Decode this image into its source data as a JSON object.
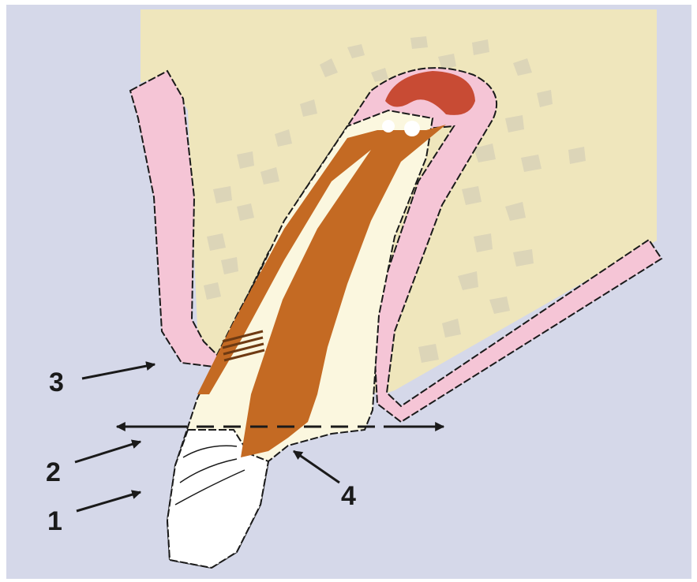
{
  "diagram": {
    "colors": {
      "background": "#d5d8e9",
      "bone": "#efe6bc",
      "bone_chips": "#dcd5b8",
      "gingiva": "#f5c5d6",
      "pulp": "#c46a23",
      "apical_lesion": "#c84b34",
      "dentin": "#fbf7df",
      "enamel": "#ffffff",
      "outline": "#1a1a1a"
    },
    "callouts": [
      {
        "id": "1",
        "label": "1"
      },
      {
        "id": "2",
        "label": "2"
      },
      {
        "id": "3",
        "label": "3"
      },
      {
        "id": "4",
        "label": "4"
      }
    ]
  }
}
